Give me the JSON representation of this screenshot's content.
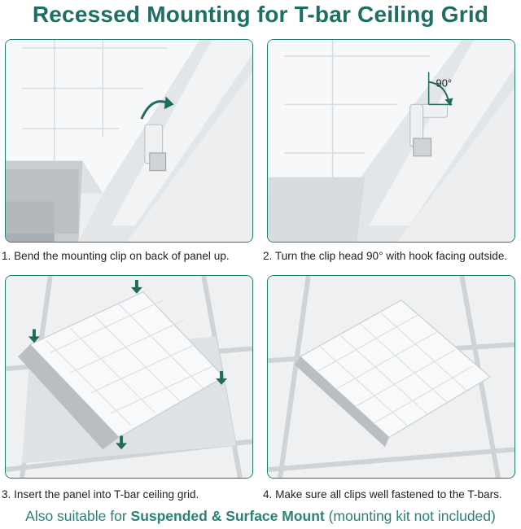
{
  "title": "Recessed Mounting for T-bar Ceiling Grid",
  "steps": [
    {
      "caption": "1. Bend the mounting clip on back of panel up."
    },
    {
      "caption": "2. Turn the clip head 90° with hook facing outside.",
      "angle_label": "90°"
    },
    {
      "caption": "3. Insert the panel into T-bar ceiling grid."
    },
    {
      "caption": "4. Make sure all clips well fastened to the T-bars."
    }
  ],
  "footer": {
    "prefix": "Also suitable for ",
    "emphasis": "Suspended & Surface Mount",
    "suffix": " (mounting kit not included)"
  },
  "colors": {
    "title": "#1d6e63",
    "panel_border": "#1f7b6d",
    "arrow": "#1f6b5e",
    "footer": "#2a8273"
  }
}
